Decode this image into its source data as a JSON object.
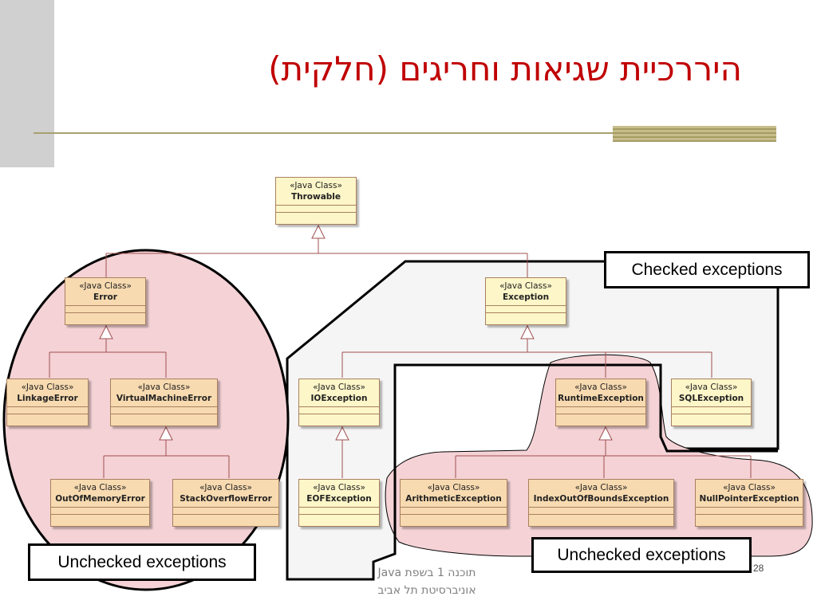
{
  "slide": {
    "title": "היררכיית שגיאות וחריגים (חלקית)",
    "footer_line1": "תוכנה 1 בשפת  Java",
    "footer_line2": "אוניברסיטת תל אביב",
    "slide_number": "28"
  },
  "diagram": {
    "stereotype": "«Java Class»",
    "classes": {
      "throwable": "Throwable",
      "error": "Error",
      "exception": "Exception",
      "linkage_error": "LinkageError",
      "virtual_machine_error": "VirtualMachineError",
      "io_exception": "IOException",
      "runtime_exception": "RuntimeException",
      "sql_exception": "SQLException",
      "out_of_memory_error": "OutOfMemoryError",
      "stack_overflow_error": "StackOverflowError",
      "eof_exception": "EOFException",
      "arithmetic_exception": "ArithmeticException",
      "index_out_of_bounds_exception": "IndexOutOfBoundsException",
      "null_pointer_exception": "NullPointerException"
    },
    "labels": {
      "checked": "Checked exceptions",
      "unchecked_left": "Unchecked exceptions",
      "unchecked_right": "Unchecked exceptions"
    }
  },
  "colors": {
    "title": "#c00000",
    "unchecked_fill": "#f4d2d6",
    "checked_fill": "#f5f5f5",
    "connector": "#a05050"
  }
}
